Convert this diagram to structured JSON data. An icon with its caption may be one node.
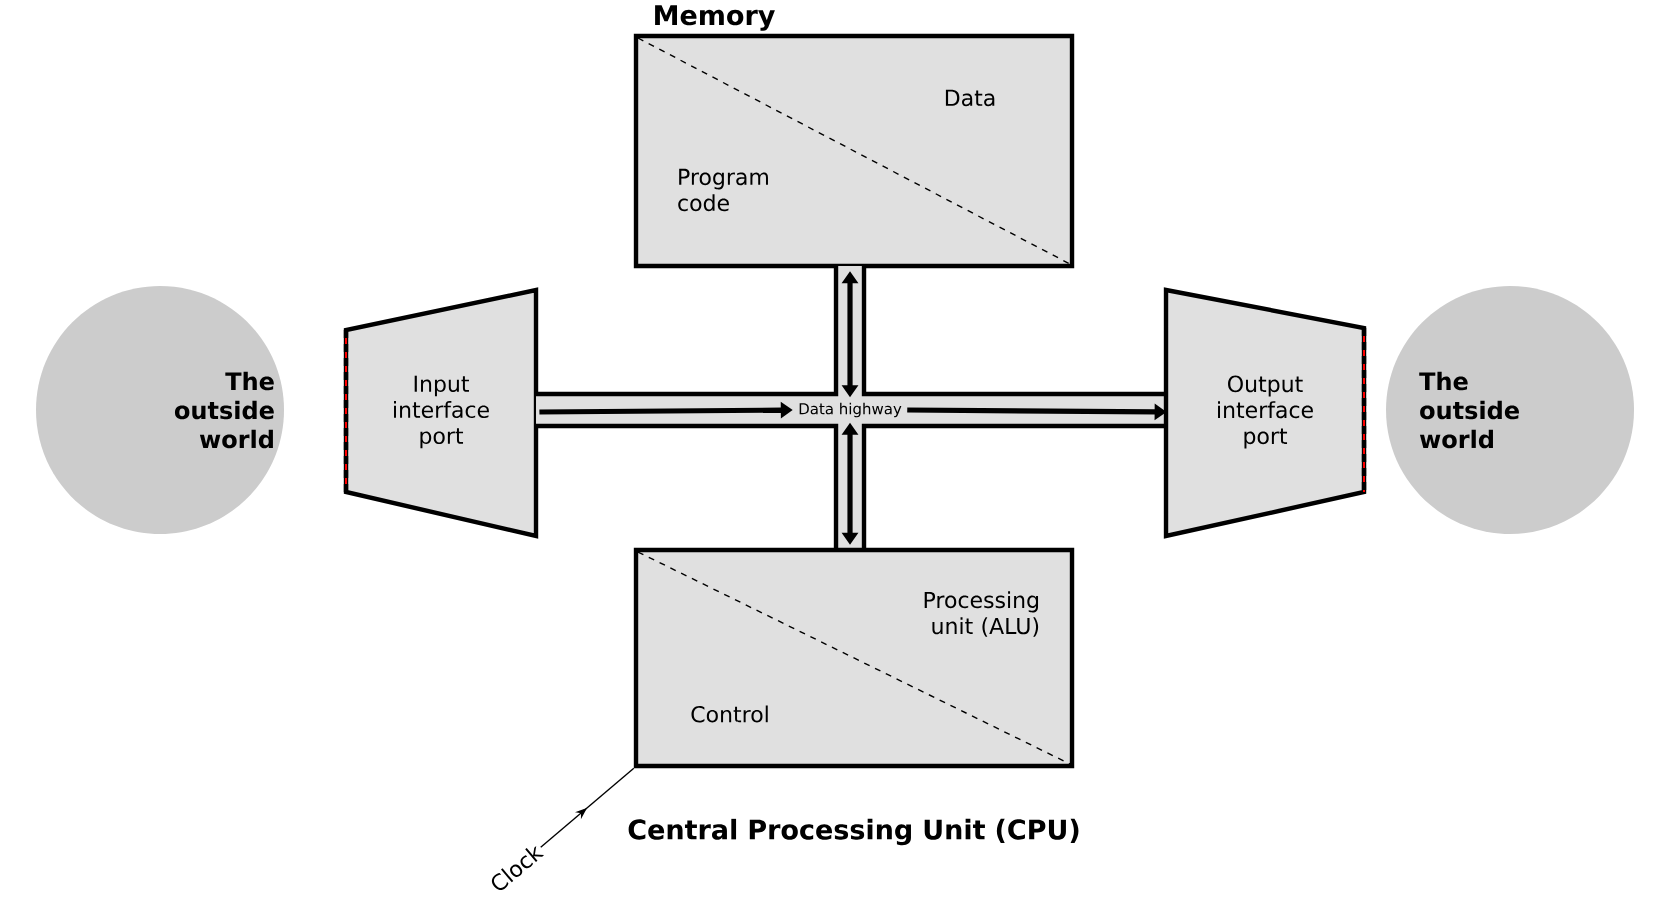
{
  "diagram": {
    "nodes": [
      {
        "text": [
          "The outside world"
        ]
      },
      {
        "text": [
          "Input interface port"
        ]
      },
      {
        "text": [
          "Memory",
          "Data",
          "Program code"
        ]
      },
      {
        "text": [
          "Data highway"
        ]
      },
      {
        "text": [
          "Processing unit (ALU)",
          "Control",
          "Central Processing Unit (CPU)"
        ]
      },
      {
        "text": [
          "Output interface port"
        ]
      },
      {
        "text": [
          "The outside world"
        ]
      },
      {
        "text": [
          "Clock"
        ]
      }
    ],
    "edges": [
      {
        "from": 1,
        "to": 3,
        "arrow": "to"
      },
      {
        "from": 3,
        "to": 5,
        "arrow": "to"
      },
      {
        "from": 2,
        "to": 3,
        "arrow": "both"
      },
      {
        "from": 3,
        "to": 4,
        "arrow": "both"
      },
      {
        "from": 7,
        "to": 4,
        "arrow": "to"
      }
    ]
  }
}
